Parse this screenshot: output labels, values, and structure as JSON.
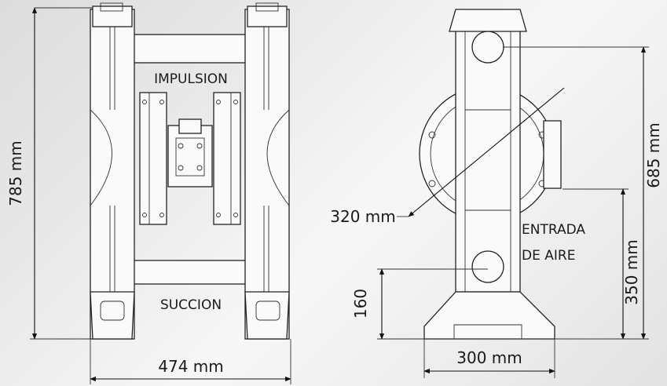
{
  "labels": {
    "impulsion": "IMPULSION",
    "succion": "SUCCION",
    "entrada_aire_line1": "ENTRADA",
    "entrada_aire_line2": "DE AIRE"
  },
  "dimensions": {
    "height_total": "785 mm",
    "width_total": "474 mm",
    "port_diameter": "320 mm",
    "side_height_upper": "685 mm",
    "air_inlet_height": "350 mm",
    "suction_height": "160",
    "base_width": "300 mm"
  },
  "colors": {
    "background": "#e9e9e9",
    "line": "#222222",
    "part_fill": "#fafafa"
  }
}
